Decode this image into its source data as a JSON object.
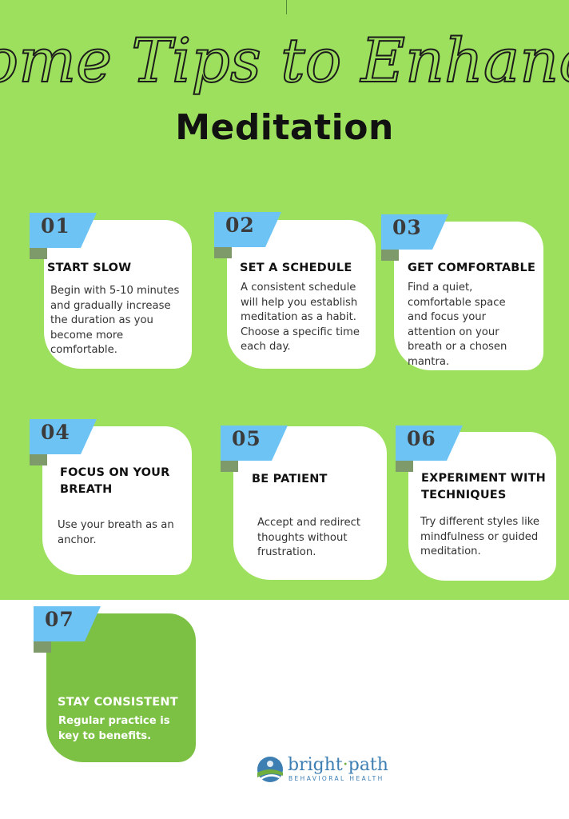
{
  "title": {
    "script_line": "Some Tips to Enhance",
    "main_line": "Meditation"
  },
  "tips": [
    {
      "number": "01",
      "heading": "START SLOW",
      "body": "Begin with 5-10 minutes and gradually increase the duration as you become more comfortable."
    },
    {
      "number": "02",
      "heading": "SET A SCHEDULE",
      "body": "A consistent schedule will help you establish meditation as a habit. Choose a specific time each day."
    },
    {
      "number": "03",
      "heading": "GET COMFORTABLE",
      "body": "Find a quiet, comfortable space and focus your attention on your breath or a chosen mantra."
    },
    {
      "number": "04",
      "heading": "FOCUS ON YOUR BREATH",
      "body": "Use your breath as an anchor."
    },
    {
      "number": "05",
      "heading": "BE PATIENT",
      "body": "Accept and redirect thoughts without frustration."
    },
    {
      "number": "06",
      "heading": "EXPERIMENT WITH TECHNIQUES",
      "body": "Try different styles like mindfulness or guided meditation."
    },
    {
      "number": "07",
      "heading": "STAY CONSISTENT",
      "body": "Regular practice is key to benefits."
    }
  ],
  "logo": {
    "name_part1": "bright",
    "name_dot": "·",
    "name_part2": "path",
    "subtitle": "BEHAVIORAL HEALTH",
    "icon": "sun-path-icon"
  },
  "colors": {
    "background_green": "#9de05e",
    "tab_blue": "#6ec3f5",
    "tab_shadow": "#7e9a6a",
    "card_white": "#ffffff",
    "card_green": "#7cc143"
  }
}
